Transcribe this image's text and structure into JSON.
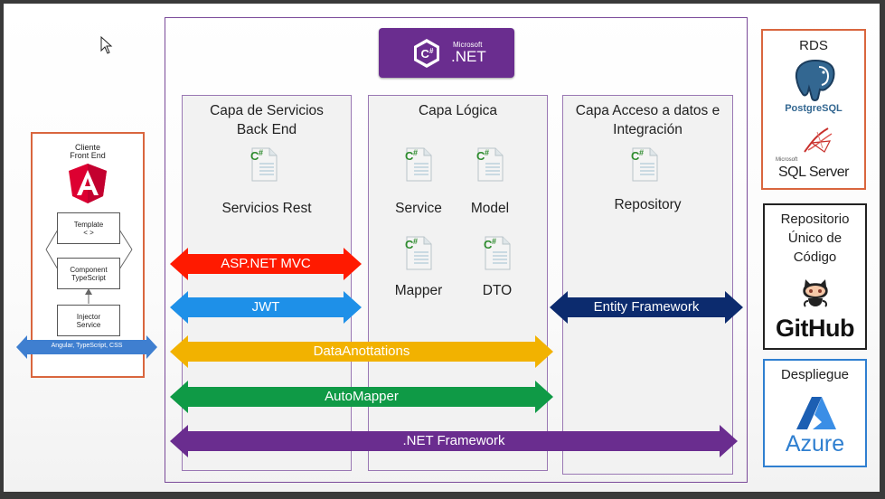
{
  "dotnet_badge": {
    "brand_line1": "Microsoft",
    "brand_line2": ".NET",
    "color": "#6a2d8f"
  },
  "columns": [
    {
      "title_line1": "Capa de Servicios",
      "title_line2": "Back End",
      "items": [
        "Servicios Rest"
      ]
    },
    {
      "title_line1": "Capa Lógica",
      "title_line2": "",
      "items": [
        "Service",
        "Model",
        "Mapper",
        "DTO"
      ]
    },
    {
      "title_line1": "Capa Acceso a datos e",
      "title_line2": "Integración",
      "items": [
        "Repository"
      ]
    }
  ],
  "client": {
    "title_line1": "Cliente",
    "title_line2": "Front End",
    "template_line1": "Template",
    "template_line2": "< >",
    "component_line1": "Component",
    "component_line2": "TypeScript",
    "injector_line1": "Injector",
    "injector_line2": "Service",
    "arrow_label": "Angular, TypeScript, CSS",
    "angular_color": "#dd0031"
  },
  "arrows": [
    {
      "label": "ASP.NET MVC",
      "color": "#ff1a00"
    },
    {
      "label": "JWT",
      "color": "#1e90e8"
    },
    {
      "label": "DataAnottations",
      "color": "#f2b200"
    },
    {
      "label": "AutoMapper",
      "color": "#0f9a46"
    },
    {
      "label": ".NET Framework",
      "color": "#6a2d8f"
    },
    {
      "label": "Entity Framework",
      "color": "#0c2b6e"
    }
  ],
  "rds": {
    "title": "RDS",
    "postgres_label": "PostgreSQL",
    "sqlserver_small": "Microsoft",
    "sqlserver_label": "SQL Server",
    "border_color": "#d9663e"
  },
  "repo": {
    "title_line1": "Repositorio",
    "title_line2": "Único de",
    "title_line3": "Código",
    "github_label": "GitHub"
  },
  "deploy": {
    "title": "Despliegue",
    "azure_label": "Azure",
    "azure_color": "#2f7fd0"
  }
}
